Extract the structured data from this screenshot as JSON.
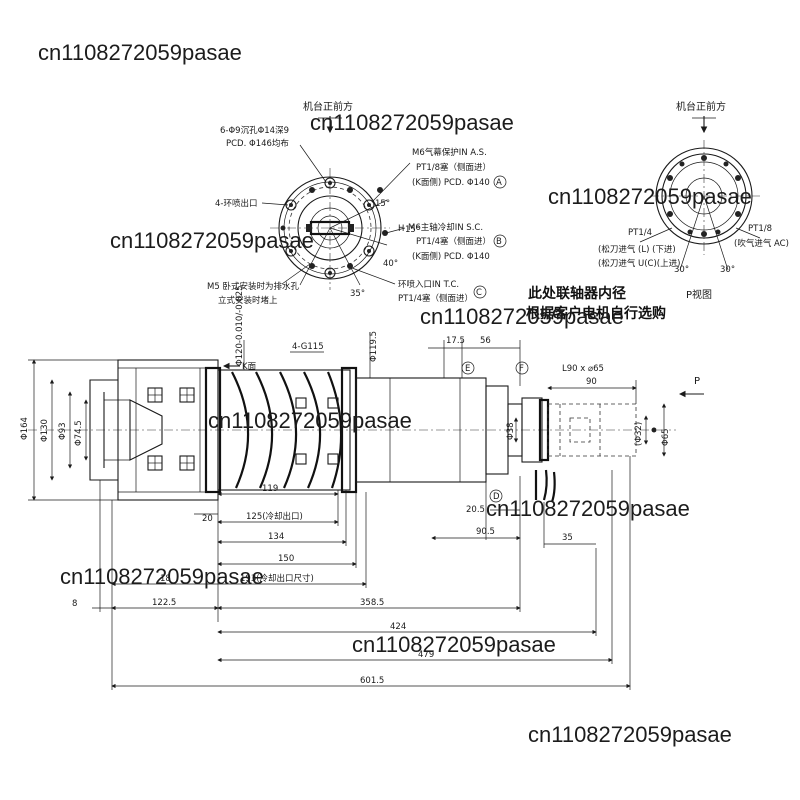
{
  "watermark": "cn1108272059pasae",
  "left_view": {
    "title": "机台正前方",
    "callouts": {
      "holes": "6-Φ9沉孔Φ14深9",
      "pcd_holes": "PCD. Φ146均布",
      "ring_spray_out": "4-环喷出口",
      "air_curtain_1": "M6气幕保护IN A.S.",
      "air_curtain_2": "PT1/8塞（侧面进）",
      "air_curtain_3": "(K面侧) PCD. Φ140",
      "marker_a": "A",
      "coolant_1": "M6主轴冷却IN S.C.",
      "coolant_2": "PT1/4塞（侧面进）",
      "coolant_3": "(K面侧) PCD. Φ140",
      "marker_b": "B",
      "drain_1": "M5 卧式安装时为排水孔",
      "drain_2": "立式安装时堵上",
      "ring_in_1": "环喷入口IN T.C.",
      "ring_in_2": "PT1/4塞（侧面进）",
      "marker_c": "C",
      "letter_h": "H",
      "angle_15a": "15°",
      "angle_15b": "15°",
      "angle_40": "40°",
      "angle_35": "35°"
    }
  },
  "right_view": {
    "title": "机台正前方",
    "pt14": "PT1/4",
    "pt18": "PT1/8",
    "label_left": "(松刀进气 (L) (下进)",
    "label_left2": "(松刀进气 U(C)(上进)",
    "label_right": "(吹气进气 AC)",
    "angle_left": "30°",
    "angle_right": "30°",
    "caption": "P视图"
  },
  "side_view": {
    "note_line1": "此处联轴器内径",
    "note_line2": "根据客户电机自行选购",
    "k_face": "K面",
    "p_arrow": "P",
    "dims": {
      "d164": "Φ164",
      "d130": "Φ130",
      "d93": "Φ93",
      "d745": "Φ74.5",
      "d120": "Φ120-0.010/-0.025",
      "g115": "4-G115",
      "d1195": "Φ119.5",
      "d38": "Φ38",
      "d32": "(Φ32)",
      "d65": "Φ65",
      "l90": "L90 x ⌀65",
      "n90": "90",
      "n175": "17.5",
      "n56": "56",
      "e": "E",
      "f": "F",
      "d": "D",
      "n205": "20.5",
      "n905": "90.5",
      "n35": "35",
      "n119": "119",
      "n20": "20",
      "n125": "125(冷却出口)",
      "n134": "134",
      "n150": "150",
      "n18": "18",
      "n193": "193(冷却出口尺寸)",
      "n8": "8",
      "n1225": "122.5",
      "n3585": "358.5",
      "n424": "424",
      "n479": "479",
      "n6015": "601.5"
    }
  }
}
